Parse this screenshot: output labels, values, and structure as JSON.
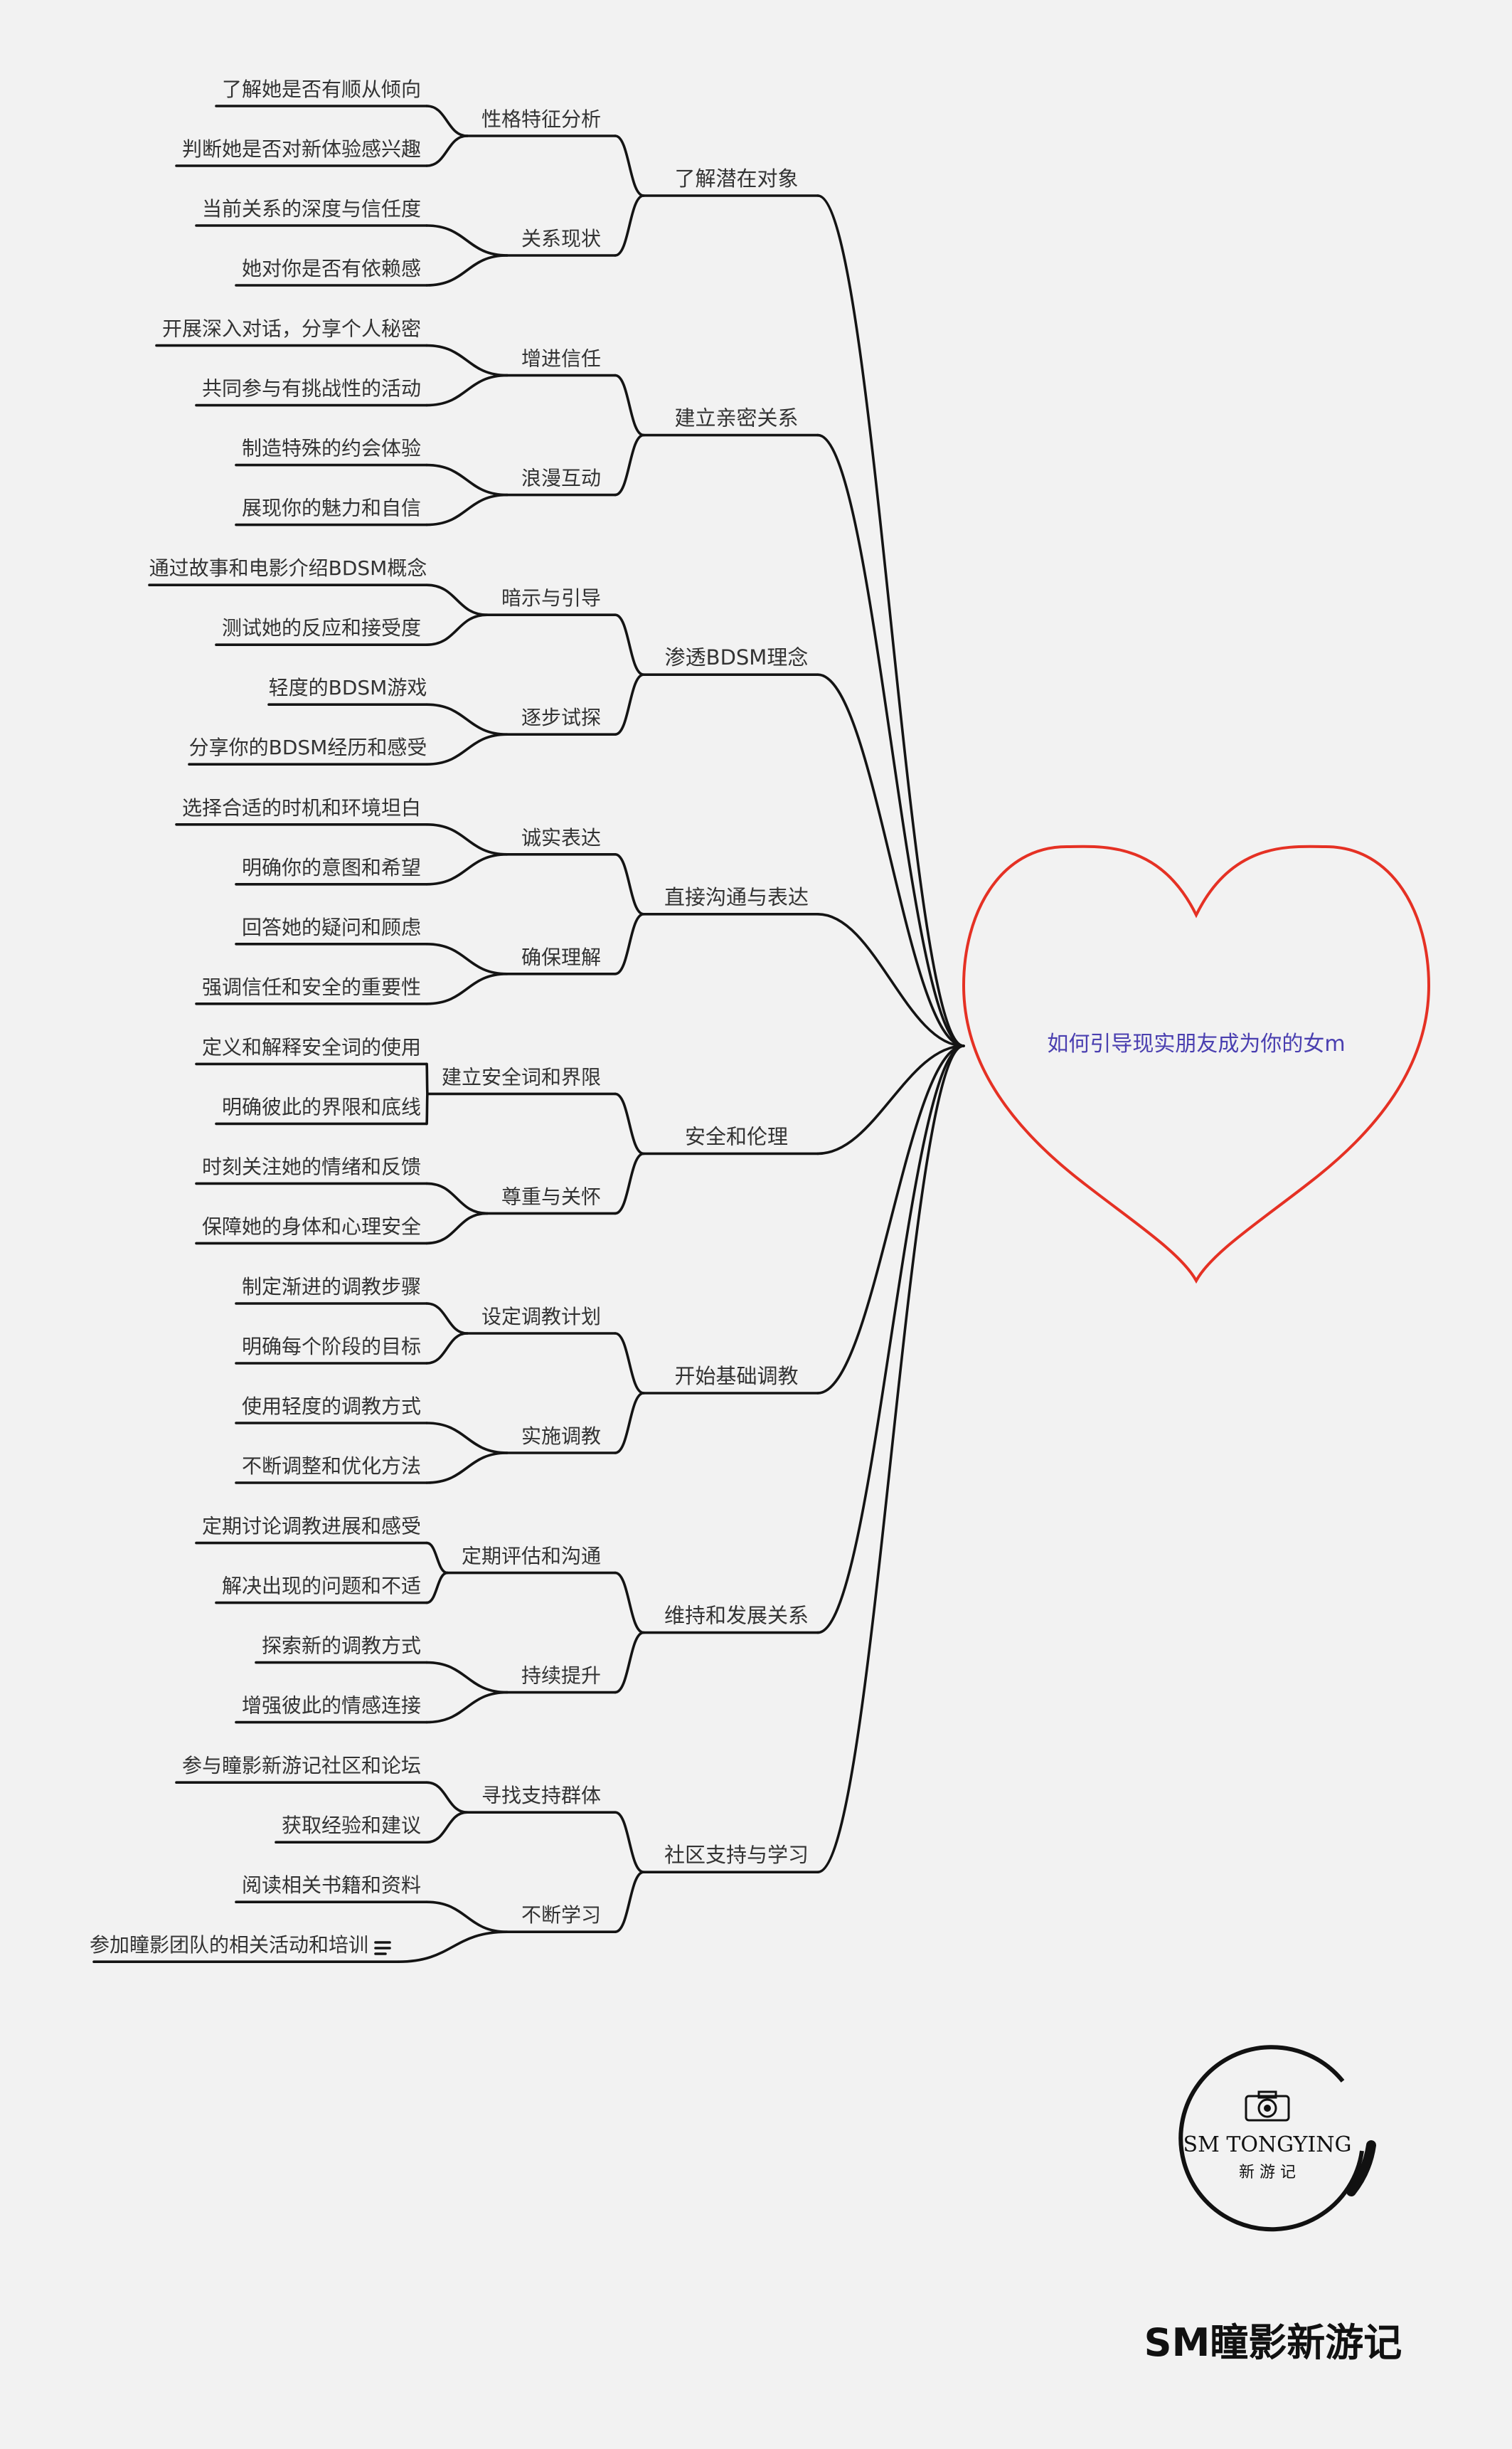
{
  "center": {
    "label": "如何引导现实朋友成为你的女m"
  },
  "branches": [
    {
      "label": "了解潜在对象",
      "children": [
        {
          "label": "性格特征分析",
          "children": [
            "了解她是否有顺从倾向",
            "判断她是否对新体验感兴趣"
          ]
        },
        {
          "label": "关系现状",
          "children": [
            "当前关系的深度与信任度",
            "她对你是否有依赖感"
          ]
        }
      ]
    },
    {
      "label": "建立亲密关系",
      "children": [
        {
          "label": "增进信任",
          "children": [
            "开展深入对话，分享个人秘密",
            "共同参与有挑战性的活动"
          ]
        },
        {
          "label": "浪漫互动",
          "children": [
            "制造特殊的约会体验",
            "展现你的魅力和自信"
          ]
        }
      ]
    },
    {
      "label": "渗透BDSM理念",
      "children": [
        {
          "label": "暗示与引导",
          "children": [
            "通过故事和电影介绍BDSM概念",
            "测试她的反应和接受度"
          ]
        },
        {
          "label": "逐步试探",
          "children": [
            "轻度的BDSM游戏",
            "分享你的BDSM经历和感受"
          ]
        }
      ]
    },
    {
      "label": "直接沟通与表达",
      "children": [
        {
          "label": "诚实表达",
          "children": [
            "选择合适的时机和环境坦白",
            "明确你的意图和希望"
          ]
        },
        {
          "label": "确保理解",
          "children": [
            "回答她的疑问和顾虑",
            "强调信任和安全的重要性"
          ]
        }
      ]
    },
    {
      "label": "安全和伦理",
      "children": [
        {
          "label": "建立安全词和界限",
          "children": [
            "定义和解释安全词的使用",
            "明确彼此的界限和底线"
          ]
        },
        {
          "label": "尊重与关怀",
          "children": [
            "时刻关注她的情绪和反馈",
            "保障她的身体和心理安全"
          ]
        }
      ]
    },
    {
      "label": "开始基础调教",
      "children": [
        {
          "label": "设定调教计划",
          "children": [
            "制定渐进的调教步骤",
            "明确每个阶段的目标"
          ]
        },
        {
          "label": "实施调教",
          "children": [
            "使用轻度的调教方式",
            "不断调整和优化方法"
          ]
        }
      ]
    },
    {
      "label": "维持和发展关系",
      "children": [
        {
          "label": "定期评估和沟通",
          "children": [
            "定期讨论调教进展和感受",
            "解决出现的问题和不适"
          ]
        },
        {
          "label": "持续提升",
          "children": [
            "探索新的调教方式",
            "增强彼此的情感连接"
          ]
        }
      ]
    },
    {
      "label": "社区支持与学习",
      "children": [
        {
          "label": "寻找支持群体",
          "children": [
            "参与瞳影新游记社区和论坛",
            "获取经验和建议"
          ]
        },
        {
          "label": "不断学习",
          "children": [
            "阅读相关书籍和资料",
            "参加瞳影团队的相关活动和培训"
          ]
        }
      ]
    }
  ],
  "logo": {
    "text_main": "SM TONGYING",
    "text_sub": "新 游 记",
    "icon": "camera-icon"
  },
  "brand": {
    "label": "SM瞳影新游记"
  },
  "colors": {
    "heart": "#e53124",
    "center_text": "#4a3fb0",
    "line": "#141414",
    "background": "#f2f2f2"
  },
  "icons": {
    "note": "note-lines-icon"
  }
}
